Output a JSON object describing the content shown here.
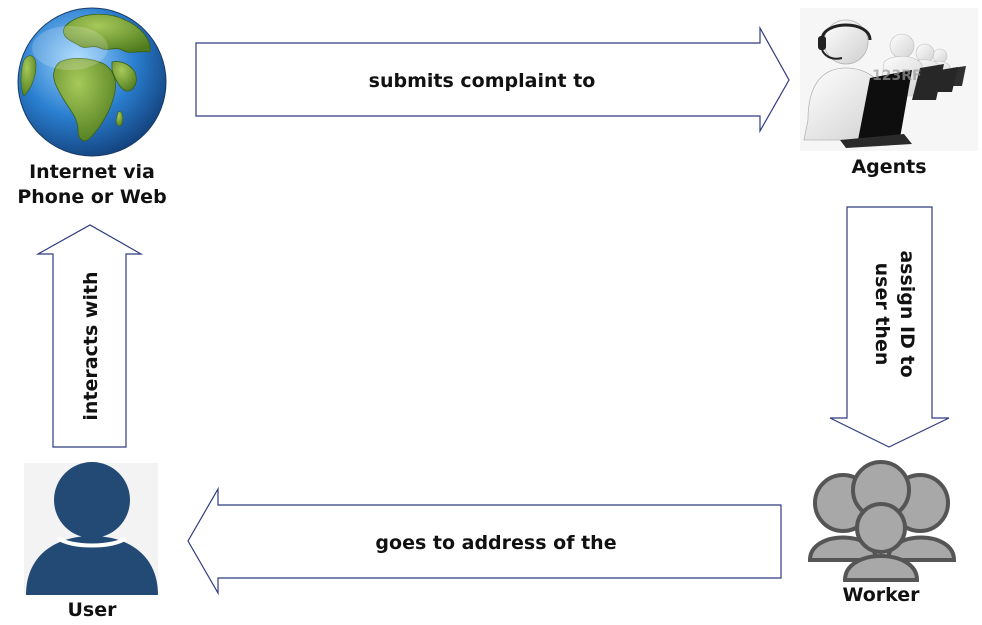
{
  "nodes": {
    "internet": {
      "label_line1": "Internet via",
      "label_line2": "Phone or Web",
      "icon": "globe-icon"
    },
    "agents": {
      "label": "Agents",
      "icon": "call-center-agents-icon",
      "watermark": "123RF"
    },
    "worker": {
      "label": "Worker",
      "icon": "worker-group-icon"
    },
    "user": {
      "label": "User",
      "icon": "user-icon"
    }
  },
  "arrows": {
    "top": {
      "label": "submits complaint to"
    },
    "right": {
      "label_line1": "assign ID to",
      "label_line2": "user then"
    },
    "bottom": {
      "label": "goes to address of the"
    },
    "left": {
      "label": "interacts with"
    }
  },
  "colors": {
    "arrow_stroke": "#2f3b80",
    "user_fill": "#234a75",
    "worker_fill": "#a8a8a8",
    "worker_stroke": "#555555",
    "ocean": "#2a7fd0",
    "land": "#6a9a2a"
  }
}
